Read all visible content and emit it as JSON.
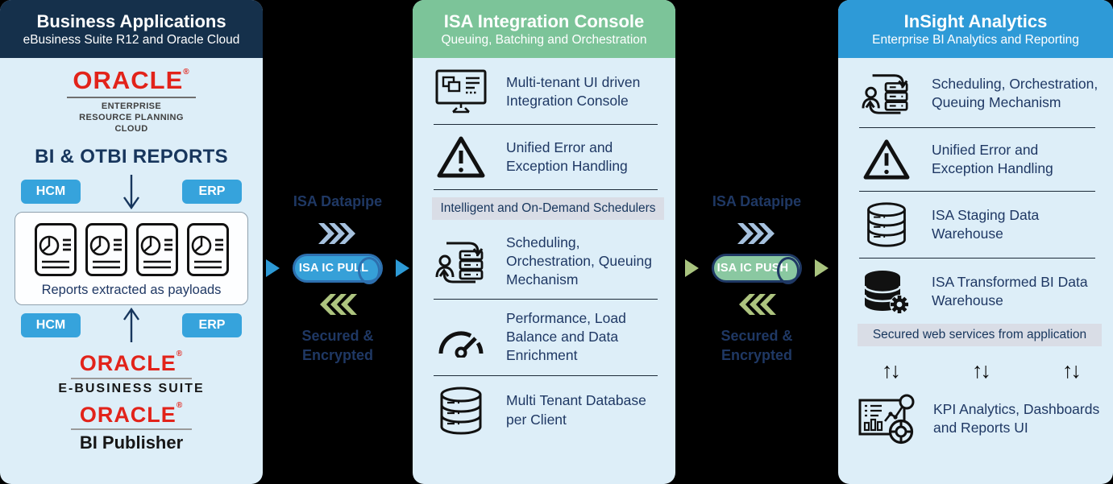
{
  "palette": {
    "navy_header": "#15304b",
    "green_header": "#7cc499",
    "blue_header": "#2e9ad7",
    "panel_bg": "#ddeef8",
    "navy_text": "#1f3864",
    "oracle_red": "#e2231a",
    "badge_blue": "#36a3dc",
    "pull_pill": "#36a0d8",
    "push_pill": "#8ac8a1",
    "chevron_blue": "#a6c1de",
    "chevron_green": "#adc47f",
    "gray_bar": "#d9dde6"
  },
  "left": {
    "title": "Business Applications",
    "subtitle": "eBusiness Suite R12 and Oracle Cloud",
    "erp_logo": {
      "brand": "ORACLE",
      "reg": "®",
      "line1": "ENTERPRISE",
      "line2": "RESOURCE PLANNING",
      "line3": "CLOUD"
    },
    "section_title": "BI & OTBI REPORTS",
    "badge_hcm": "HCM",
    "badge_erp": "ERP",
    "reports_caption": "Reports extracted as payloads",
    "ebs_logo": {
      "brand": "ORACLE",
      "reg": "®",
      "label": "E-BUSINESS SUITE"
    },
    "bip_logo": {
      "brand": "ORACLE",
      "reg": "®",
      "label": "BI Publisher"
    }
  },
  "pipe1": {
    "datapipe_label": "ISA Datapipe",
    "pill_label": "ISA IC PULL",
    "secured_line1": "Secured &",
    "secured_line2": "Encrypted"
  },
  "pipe2": {
    "datapipe_label": "ISA Datapipe",
    "pill_label": "ISA IC PUSH",
    "secured_line1": "Secured &",
    "secured_line2": "Encrypted"
  },
  "middle": {
    "title": "ISA Integration Console",
    "subtitle": "Queuing, Batching and Orchestration",
    "bar": "Intelligent and On-Demand Schedulers",
    "items": [
      {
        "icon": "console-monitor-icon",
        "text": "Multi-tenant UI driven Integration Console"
      },
      {
        "icon": "warning-triangle-icon",
        "text": "Unified Error and Exception Handling"
      },
      {
        "icon": "scheduler-icon",
        "text": "Scheduling, Orchestration, Queuing Mechanism"
      },
      {
        "icon": "gauge-icon",
        "text": "Performance, Load Balance and Data Enrichment"
      },
      {
        "icon": "database-icon",
        "text": "Multi Tenant Database per Client"
      }
    ]
  },
  "right": {
    "title": "InSight Analytics",
    "subtitle": "Enterprise BI Analytics and Reporting",
    "bar": "Secured web services from application",
    "updown_arrow": "↑↓",
    "items": [
      {
        "icon": "scheduler-icon",
        "text": "Scheduling, Orchestration, Queuing Mechanism"
      },
      {
        "icon": "warning-triangle-icon",
        "text": "Unified Error and Exception Handling"
      },
      {
        "icon": "database-icon",
        "text": "ISA Staging Data Warehouse"
      },
      {
        "icon": "database-gear-icon",
        "text": "ISA Transformed BI Data Warehouse"
      },
      {
        "icon": "kpi-dashboard-icon",
        "text": "KPI Analytics, Dashboards and Reports UI"
      }
    ]
  }
}
